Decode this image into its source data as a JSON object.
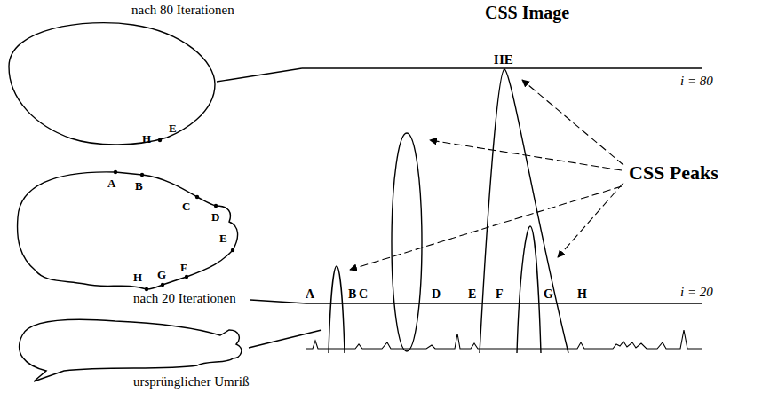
{
  "diagram": {
    "title": "CSS Image",
    "labels": [
      "nach 80 Iterationen",
      "H",
      "E",
      "A",
      "B",
      "C",
      "D",
      "E",
      "F",
      "G",
      "H",
      "nach 20 Iterationen",
      "ursprünglicher Umriß",
      "HE",
      "i = 80",
      "CSS Peaks",
      "A",
      "B",
      "C",
      "D",
      "E",
      "F",
      "G",
      "H",
      "i = 20"
    ]
  }
}
